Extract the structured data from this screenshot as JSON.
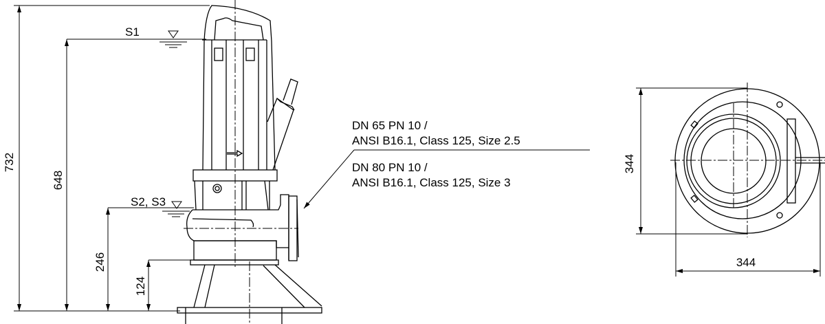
{
  "side_view": {
    "level_s1": "S1",
    "level_s2_s3": "S2, S3",
    "dim_total_height": "732",
    "dim_s1_height": "648",
    "dim_s2_height": "246",
    "dim_base_height": "124"
  },
  "callouts": {
    "option1_line1": "DN 65 PN 10 /",
    "option1_line2": "ANSI B16.1, Class 125, Size 2.5",
    "option2_line1": "DN 80 PN 10 /",
    "option2_line2": "ANSI B16.1, Class 125, Size 3"
  },
  "top_view": {
    "dim_depth": "344",
    "dim_width": "344"
  }
}
